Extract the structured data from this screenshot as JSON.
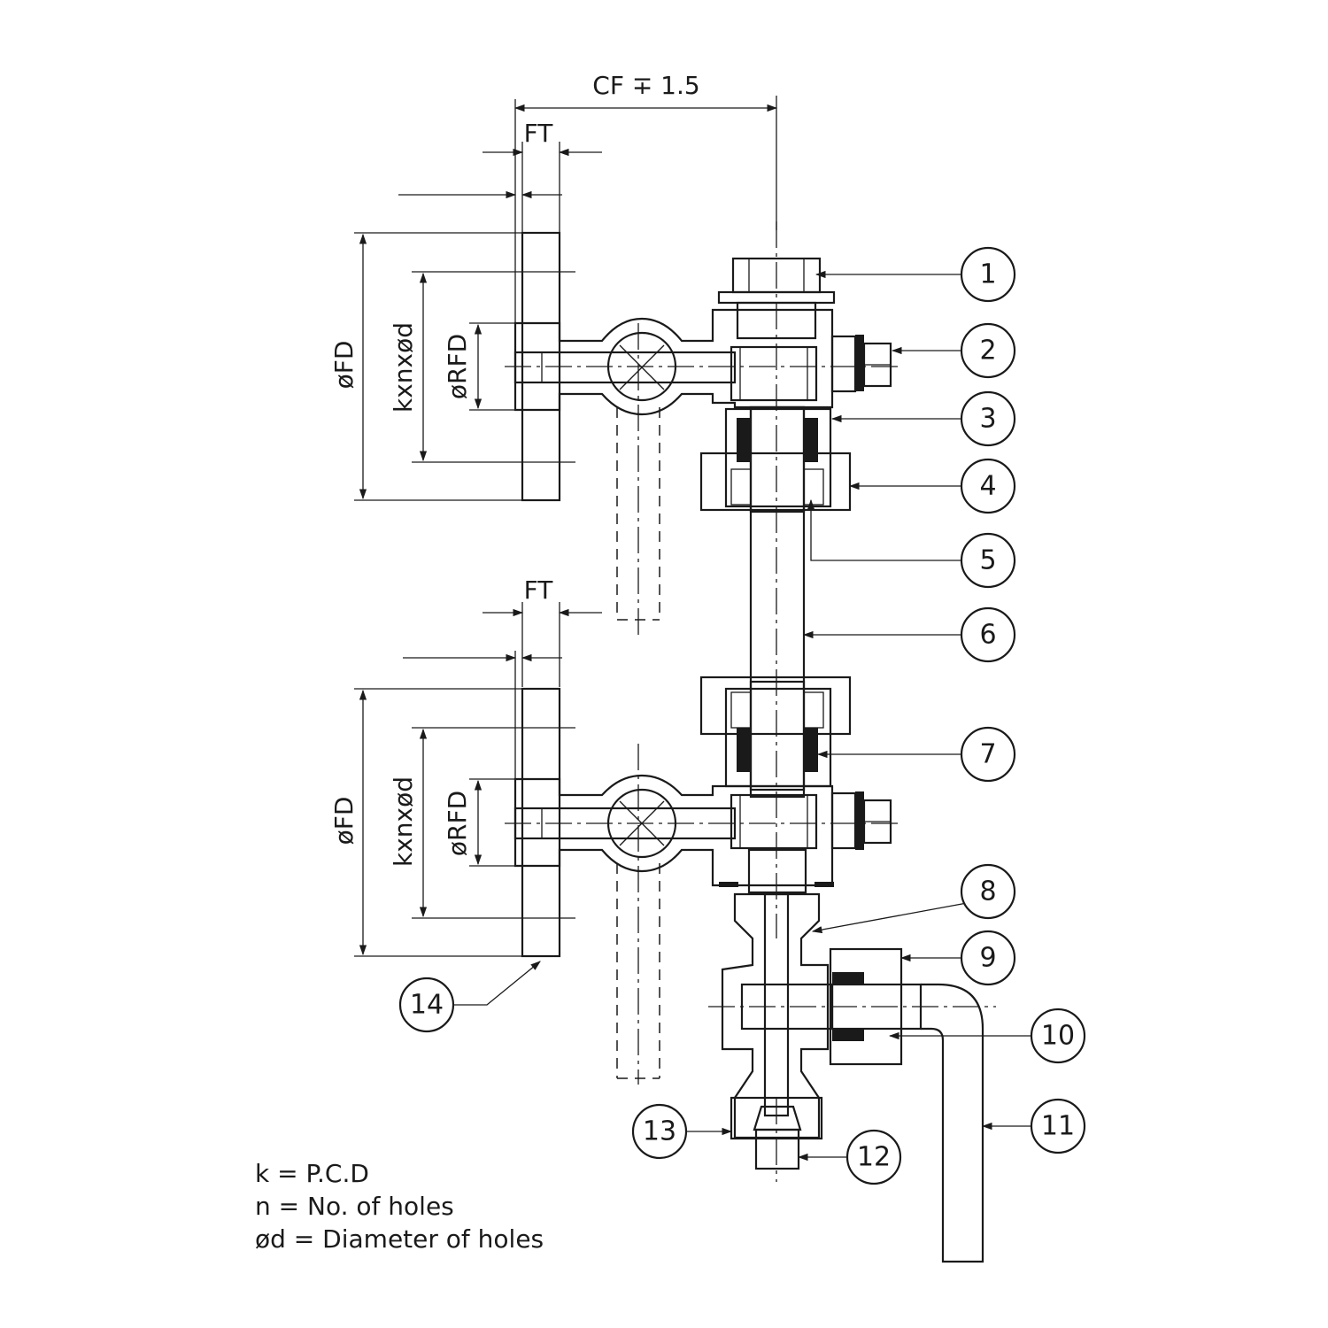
{
  "drawing": {
    "dimensions": {
      "cf": "CF ∓ 1.5",
      "ft_top": "FT",
      "ft_bottom": "FT",
      "fd_top": "øFD",
      "fd_bottom": "øFD",
      "kxnxd_top": "kxnxød",
      "kxnxd_bottom": "kxnxød",
      "rfd_top": "øRFD",
      "rfd_bottom": "øRFD"
    },
    "balloons": [
      "1",
      "2",
      "3",
      "4",
      "5",
      "6",
      "7",
      "8",
      "9",
      "10",
      "11",
      "12",
      "13",
      "14"
    ],
    "legend": [
      "k = P.C.D",
      "n = No. of holes",
      "ød = Diameter of holes"
    ]
  }
}
